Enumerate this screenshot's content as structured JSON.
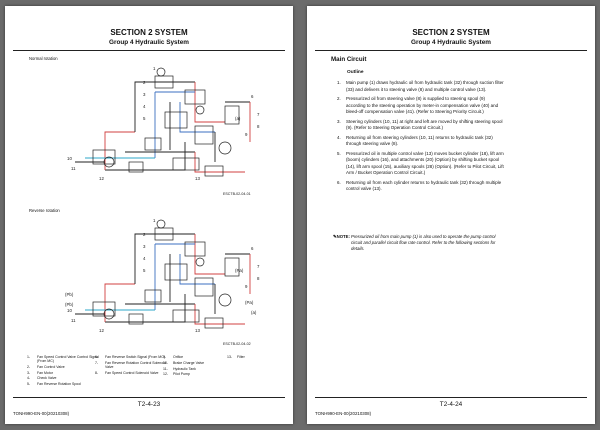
{
  "left_page": {
    "section_title": "SECTION 2 SYSTEM",
    "group_title": "Group 4 Hydraulic System",
    "figure1_label": "Normal rotation",
    "figure1_code": "ESCTB-02-04-01",
    "figure2_label": "Reverse rotation",
    "figure2_code": "ESCTB-02-04-02",
    "legend": [
      {
        "num": "1-",
        "text": "Fan Speed Control Valve Control Signal (From MC)"
      },
      {
        "num": "2-",
        "text": "Fan Control Valve"
      },
      {
        "num": "3-",
        "text": "Fan Motor"
      },
      {
        "num": "4-",
        "text": "Check Valve"
      },
      {
        "num": "5-",
        "text": "Fan Reverse Rotation Spool"
      },
      {
        "num": "6-",
        "text": "Fan Reverse Switch Signal (From MC)"
      },
      {
        "num": "7-",
        "text": "Fan Reverse Rotation Control Solenoid Valve"
      },
      {
        "num": "8-",
        "text": "Fan Speed Control Solenoid Valve"
      },
      {
        "num": "9-",
        "text": "Orifice"
      },
      {
        "num": "10-",
        "text": "Brake Charge Valve"
      },
      {
        "num": "11-",
        "text": "Hydraulic Tank"
      },
      {
        "num": "12-",
        "text": "Pilot Pump"
      },
      {
        "num": "13-",
        "text": "Filter"
      }
    ],
    "page_number": "T2-4-23",
    "footer_code": "TONH990-EN-00(20210308)"
  },
  "right_page": {
    "section_title": "SECTION 2 SYSTEM",
    "group_title": "Group 4 Hydraulic System",
    "heading": "Main Circuit",
    "subheading": "Outline",
    "steps": [
      {
        "num": "1.",
        "text": "Main pump (1) draws hydraulic oil from hydraulic tank (32) through suction filter (33) and delivers it to steering valve (8) and multiple control valve (13)."
      },
      {
        "num": "2.",
        "text": "Pressurized oil from steering valve (8) is supplied to steering spool (9) according to the steering operation by meter-in compensation valve (40) and bleed-off compensation valve (41). (Refer to Steering Priority Circuit.)"
      },
      {
        "num": "3.",
        "text": "Steering cylinders (10, 11) at right and left are moved by shifting steering spool (9). (Refer to Steering Operation Control Circuit.)"
      },
      {
        "num": "4.",
        "text": "Returning oil from steering cylinders (10, 11) returns to hydraulic tank (32) through steering valve (8)."
      },
      {
        "num": "5.",
        "text": "Pressurized oil in multiple control valve (13) moves bucket cylinder (18), lift arm (boom) cylinders (16), and attachments (20) (Option) by shifting bucket spool (14), lift arm spool (15), auxiliary spools (28) (Option). (Refer to Pilot Circuit, Lift Arm / Bucket Operation Control Circuit.)"
      },
      {
        "num": "6.",
        "text": "Returning oil from each cylinder returns to hydraulic tank (32) through multiple control valve (13)."
      }
    ],
    "note_label": "NOTE:",
    "note_text": "Pressurized oil from main pump (1) is also used to operate the pump control circuit and parallel circuit flow rate control. Refer to the following sections for details.",
    "page_number": "T2-4-24",
    "footer_code": "TONH990-EN-00(20210308)"
  },
  "diagram_callouts": {
    "normal": [
      "1",
      "2",
      "3",
      "4",
      "5",
      "6",
      "7",
      "8",
      "9",
      "10",
      "11",
      "12",
      "13",
      "(a)"
    ],
    "reverse": [
      "1",
      "2",
      "3",
      "4",
      "5",
      "6",
      "7",
      "8",
      "9",
      "10",
      "11",
      "12",
      "13",
      "(Pa)",
      "(Pb)",
      "(Pb)",
      "(Pa)",
      "(a)"
    ]
  },
  "colors": {
    "page_bg": "#ffffff",
    "backdrop": "#6b6b6b",
    "line_black": "#222222",
    "line_red": "#d04040",
    "line_blue": "#3b6fc0",
    "line_cyan": "#2ea7c9"
  }
}
